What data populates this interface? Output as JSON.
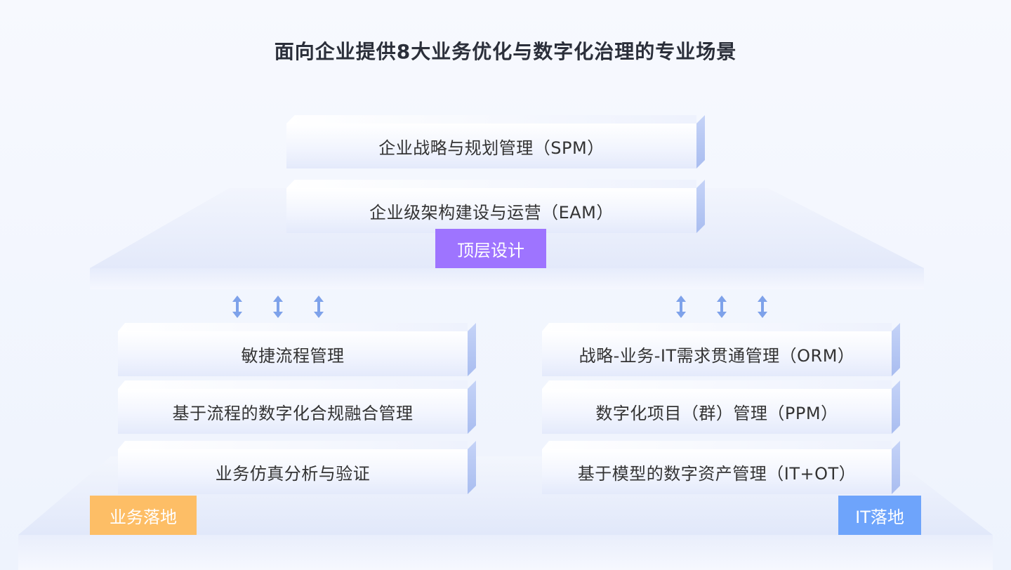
{
  "title": "面向企业提供8大业务优化与数字化治理的专业场景",
  "top_design": {
    "items": [
      "企业战略与规划管理（SPM）",
      "企业级架构建设与运营（EAM）"
    ],
    "label": "顶层设计"
  },
  "business": {
    "items": [
      "敏捷流程管理",
      "基于流程的数字化合规融合管理",
      "业务仿真分析与验证"
    ],
    "label": "业务落地"
  },
  "it": {
    "items": [
      "战略-业务-IT需求贯通管理（ORM）",
      "数字化项目（群）管理（PPM）",
      "基于模型的数字资产管理（IT+OT）"
    ],
    "label": "IT落地"
  },
  "colors": {
    "purple": "#9e74ff",
    "orange": "#fdbe66",
    "blue": "#6ea4fb",
    "arrow": "#7ea2ea"
  },
  "icons": {
    "connector": "double-arrow-vertical-icon"
  }
}
